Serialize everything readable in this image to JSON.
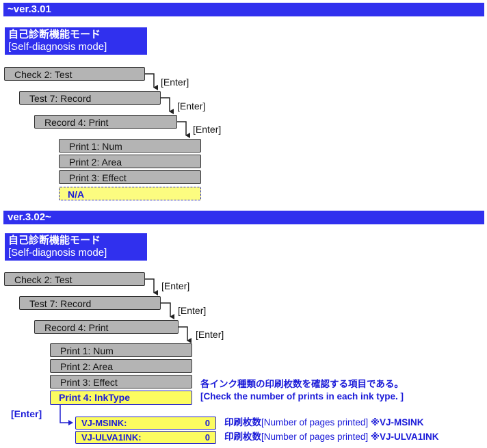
{
  "section1": {
    "version": "~ver.3.01",
    "title_jp": "自己診断機能モード",
    "title_en": "[Self-diagnosis mode]",
    "menu": [
      "Check  2:  Test",
      "Test  7: Record",
      "Record  4: Print"
    ],
    "enter": "[Enter]",
    "items": [
      "Print  1:  Num",
      "Print  2:  Area",
      "Print  3:  Effect"
    ],
    "na_item": "N/A"
  },
  "section2": {
    "version": "ver.3.02~",
    "title_jp": "自己診断機能モード",
    "title_en": "[Self-diagnosis mode]",
    "menu": [
      "Check  2:  Test",
      "Test  7: Record",
      "Record  4: Print"
    ],
    "enter": "[Enter]",
    "items": [
      "Print  1:  Num",
      "Print  2:  Area",
      "Print  3:  Effect"
    ],
    "highlight_item": "Print  4:  InkType",
    "note_jp": "各インク種類の印刷枚数を確認する項目である。",
    "note_en": "[Check the number of prints in each ink type. ]",
    "enter_blue": "[Enter]",
    "sub_items": [
      {
        "label": "VJ-MSINK:",
        "value": "0",
        "note_jp": "印刷枚数",
        "note_en": "[Number of pages printed]",
        "note_ref": "※VJ-MSINK"
      },
      {
        "label": "VJ-ULVA1INK:",
        "value": "0",
        "note_jp": "印刷枚数",
        "note_en": "[Number of pages printed]",
        "note_ref": "※VJ-ULVA1INK"
      }
    ]
  },
  "colors": {
    "accent_blue": "#3030ee",
    "menu_gray": "#b4b4b4",
    "highlight_yellow": "#fcfc60",
    "text_blue": "#1a1ad8"
  }
}
